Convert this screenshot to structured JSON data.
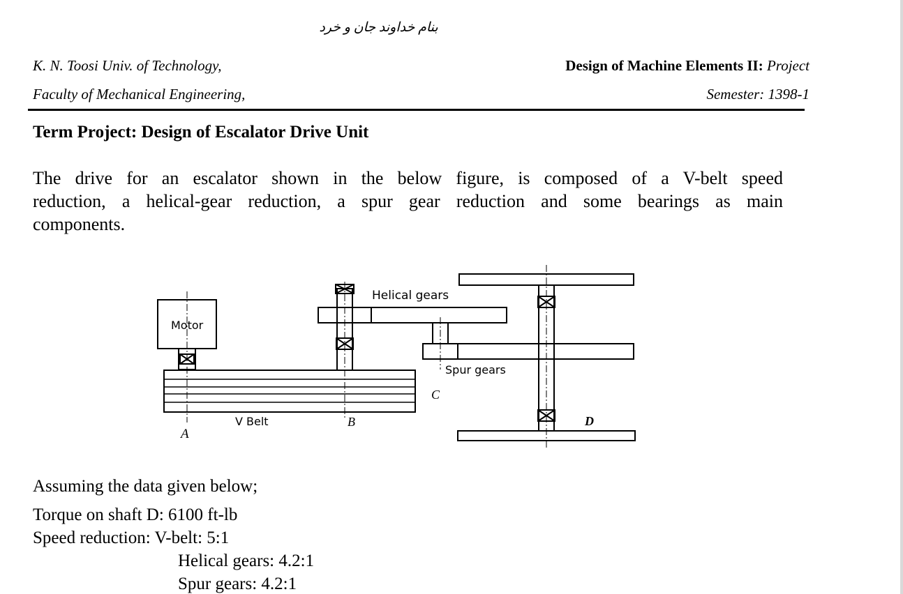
{
  "header": {
    "bismillah": "بنام خداوند جان و خرد",
    "university": "K. N. Toosi Univ. of Technology,",
    "faculty": "Faculty of Mechanical Engineering,",
    "course_prefix": "Design of Machine Elements II: ",
    "course_suffix": "Project",
    "semester": "Semester: 1398-1"
  },
  "title": "Term Project: Design of Escalator Drive Unit",
  "intro_lines": [
    "The drive for an escalator shown in the below figure, is composed of a V-belt speed",
    "reduction, a helical-gear reduction, a spur gear reduction and some bearings as main",
    "components."
  ],
  "figure": {
    "motor": "Motor",
    "helical_gears": "Helical gears",
    "spur_gears": "Spur gears",
    "v_belt": "V Belt",
    "label_a": "A",
    "label_b": "B",
    "label_c": "C",
    "label_d": "D"
  },
  "data": {
    "assuming": "Assuming the data given below;",
    "torque": "Torque on shaft D: 6100 ft-lb",
    "speed_reduction": "Speed reduction: V-belt: 5:1",
    "helical": "Helical gears: 4.2:1",
    "spur": "Spur gears: 4.2:1"
  }
}
